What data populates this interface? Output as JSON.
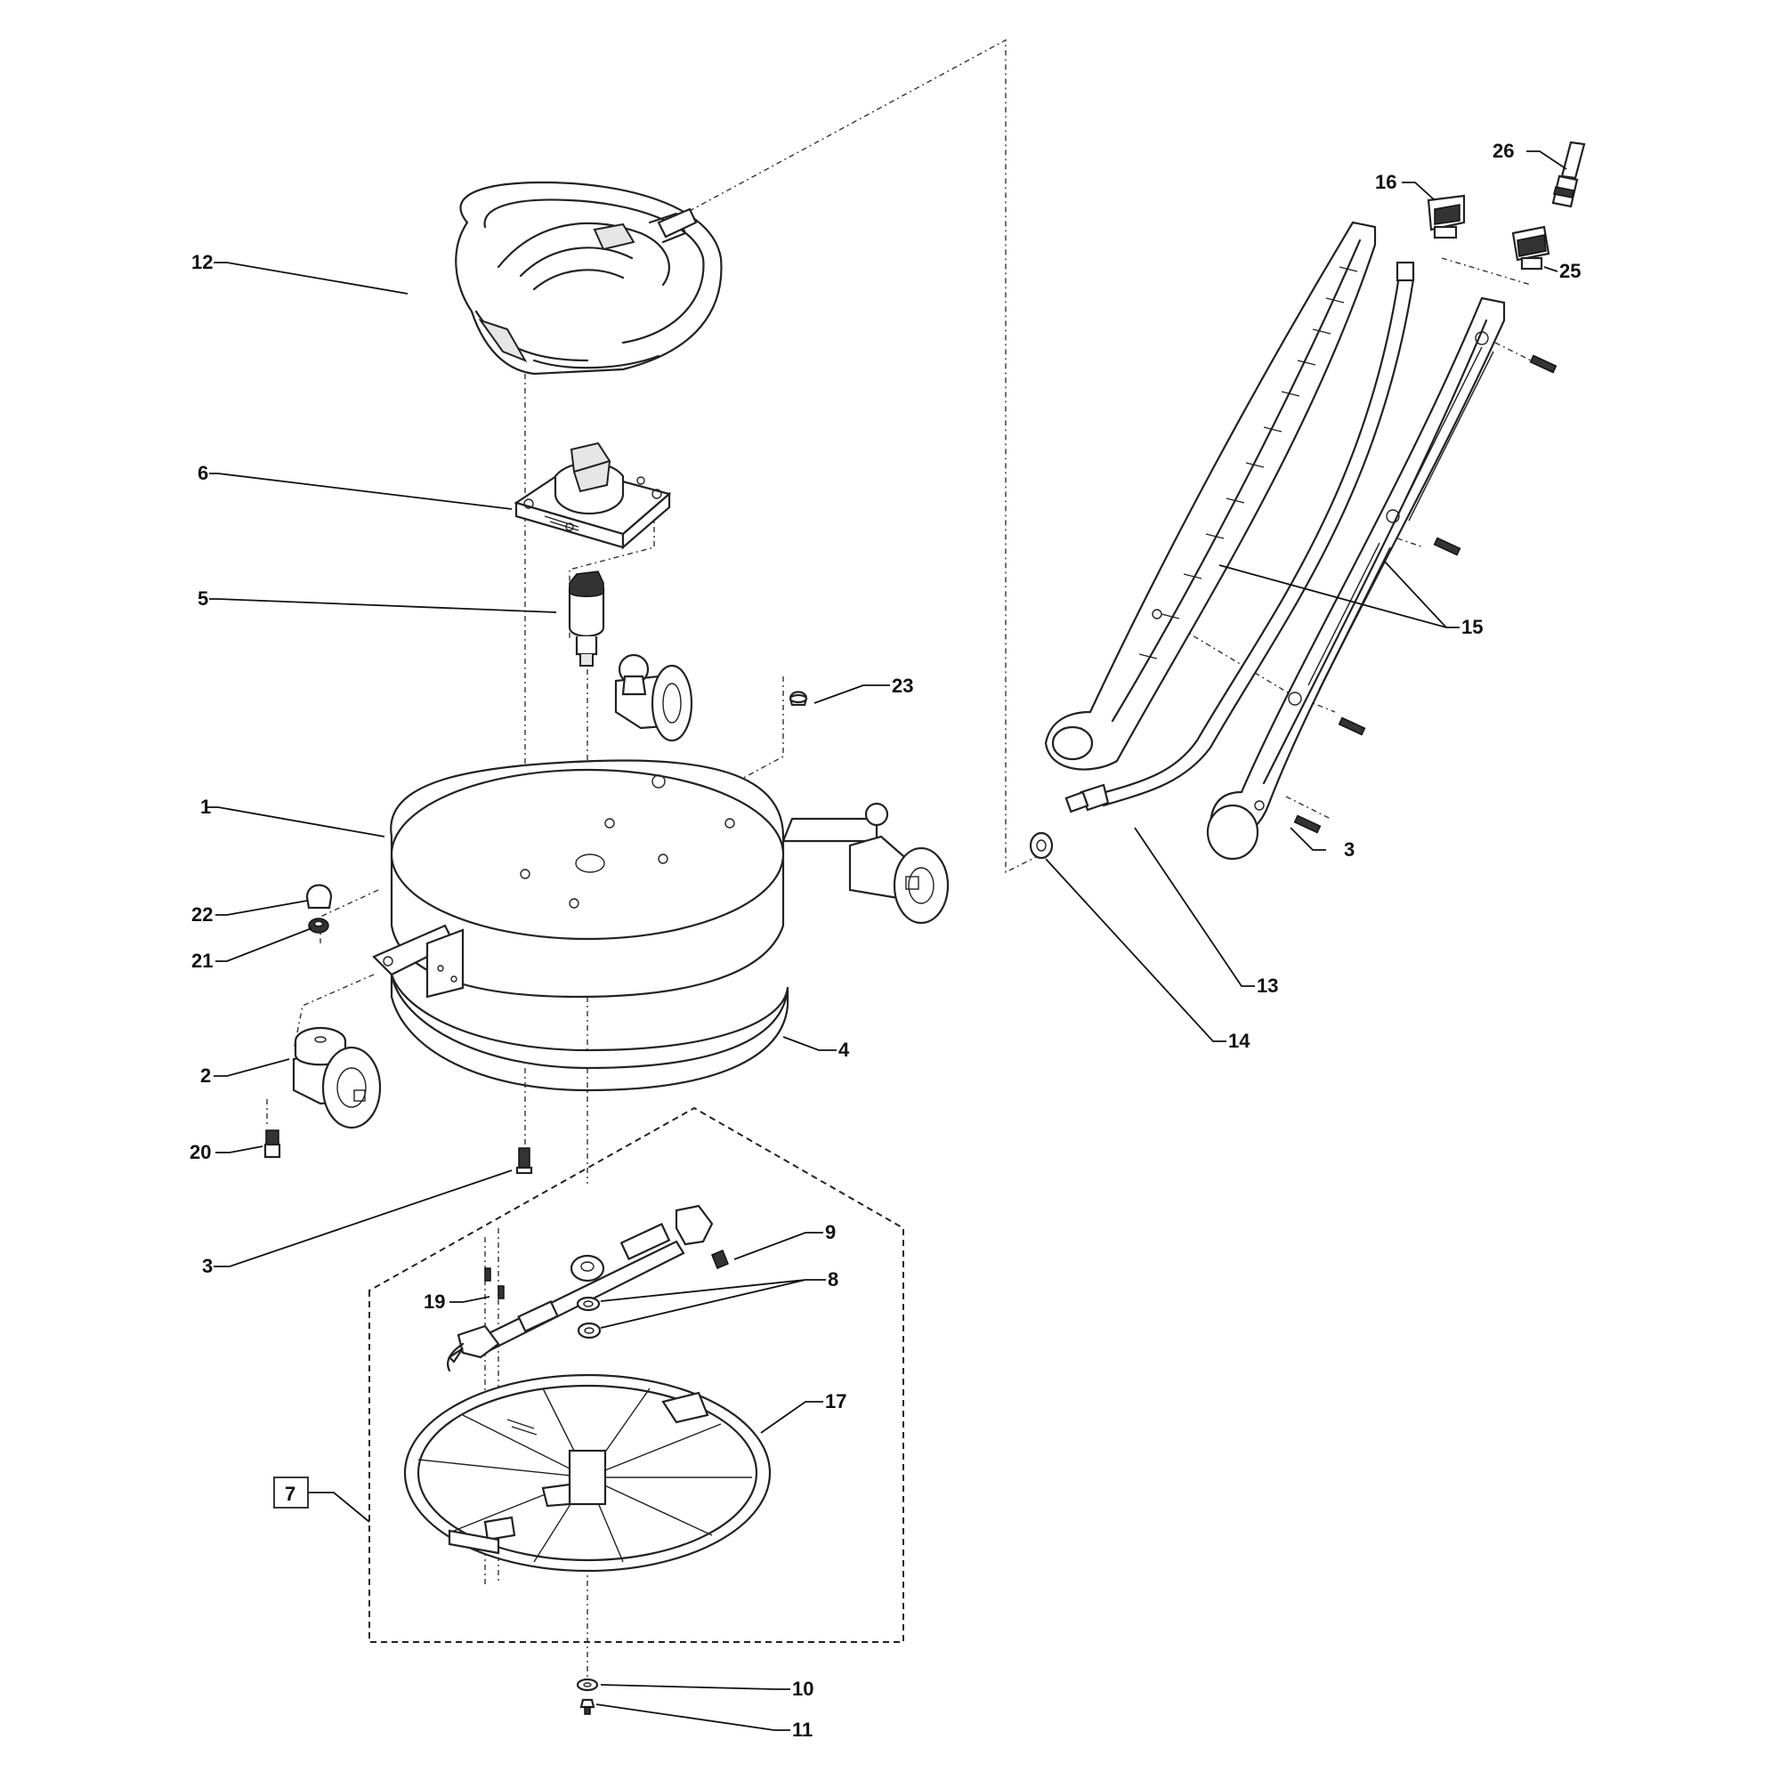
{
  "callouts": [
    {
      "id": "c12",
      "text": "12"
    },
    {
      "id": "c6",
      "text": "6"
    },
    {
      "id": "c5",
      "text": "5"
    },
    {
      "id": "c23",
      "text": "23"
    },
    {
      "id": "c1",
      "text": "1"
    },
    {
      "id": "c22",
      "text": "22"
    },
    {
      "id": "c21",
      "text": "21"
    },
    {
      "id": "c2",
      "text": "2"
    },
    {
      "id": "c20",
      "text": "20"
    },
    {
      "id": "c3a",
      "text": "3"
    },
    {
      "id": "c4",
      "text": "4"
    },
    {
      "id": "c9",
      "text": "9"
    },
    {
      "id": "c8",
      "text": "8"
    },
    {
      "id": "c19",
      "text": "19"
    },
    {
      "id": "c17",
      "text": "17"
    },
    {
      "id": "c7",
      "text": "7"
    },
    {
      "id": "c10",
      "text": "10"
    },
    {
      "id": "c11",
      "text": "11"
    },
    {
      "id": "c26",
      "text": "26"
    },
    {
      "id": "c16",
      "text": "16"
    },
    {
      "id": "c25",
      "text": "25"
    },
    {
      "id": "c15",
      "text": "15"
    },
    {
      "id": "c3b",
      "text": "3"
    },
    {
      "id": "c13",
      "text": "13"
    },
    {
      "id": "c14",
      "text": "14"
    }
  ],
  "decal_text": "",
  "colors": {
    "line": "#222222",
    "background": "#ffffff"
  }
}
